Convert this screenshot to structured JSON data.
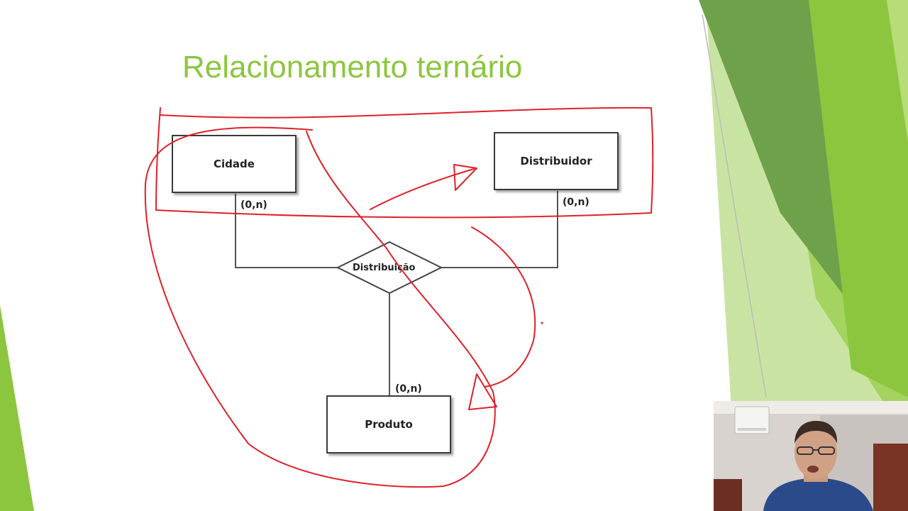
{
  "slide": {
    "title": "Relacionamento ternário",
    "accent_color": "#8cc63f"
  },
  "diagram": {
    "entities": {
      "cidade": "Cidade",
      "distribuidor": "Distribuidor",
      "produto": "Produto"
    },
    "relationship": "Distribuição",
    "cardinalities": {
      "cidade": "(0,n)",
      "distribuidor": "(0,n)",
      "produto": "(0,n)"
    },
    "annotation_color": "#e0202a"
  },
  "webcam": {
    "icon": "webcam-presenter-image"
  }
}
